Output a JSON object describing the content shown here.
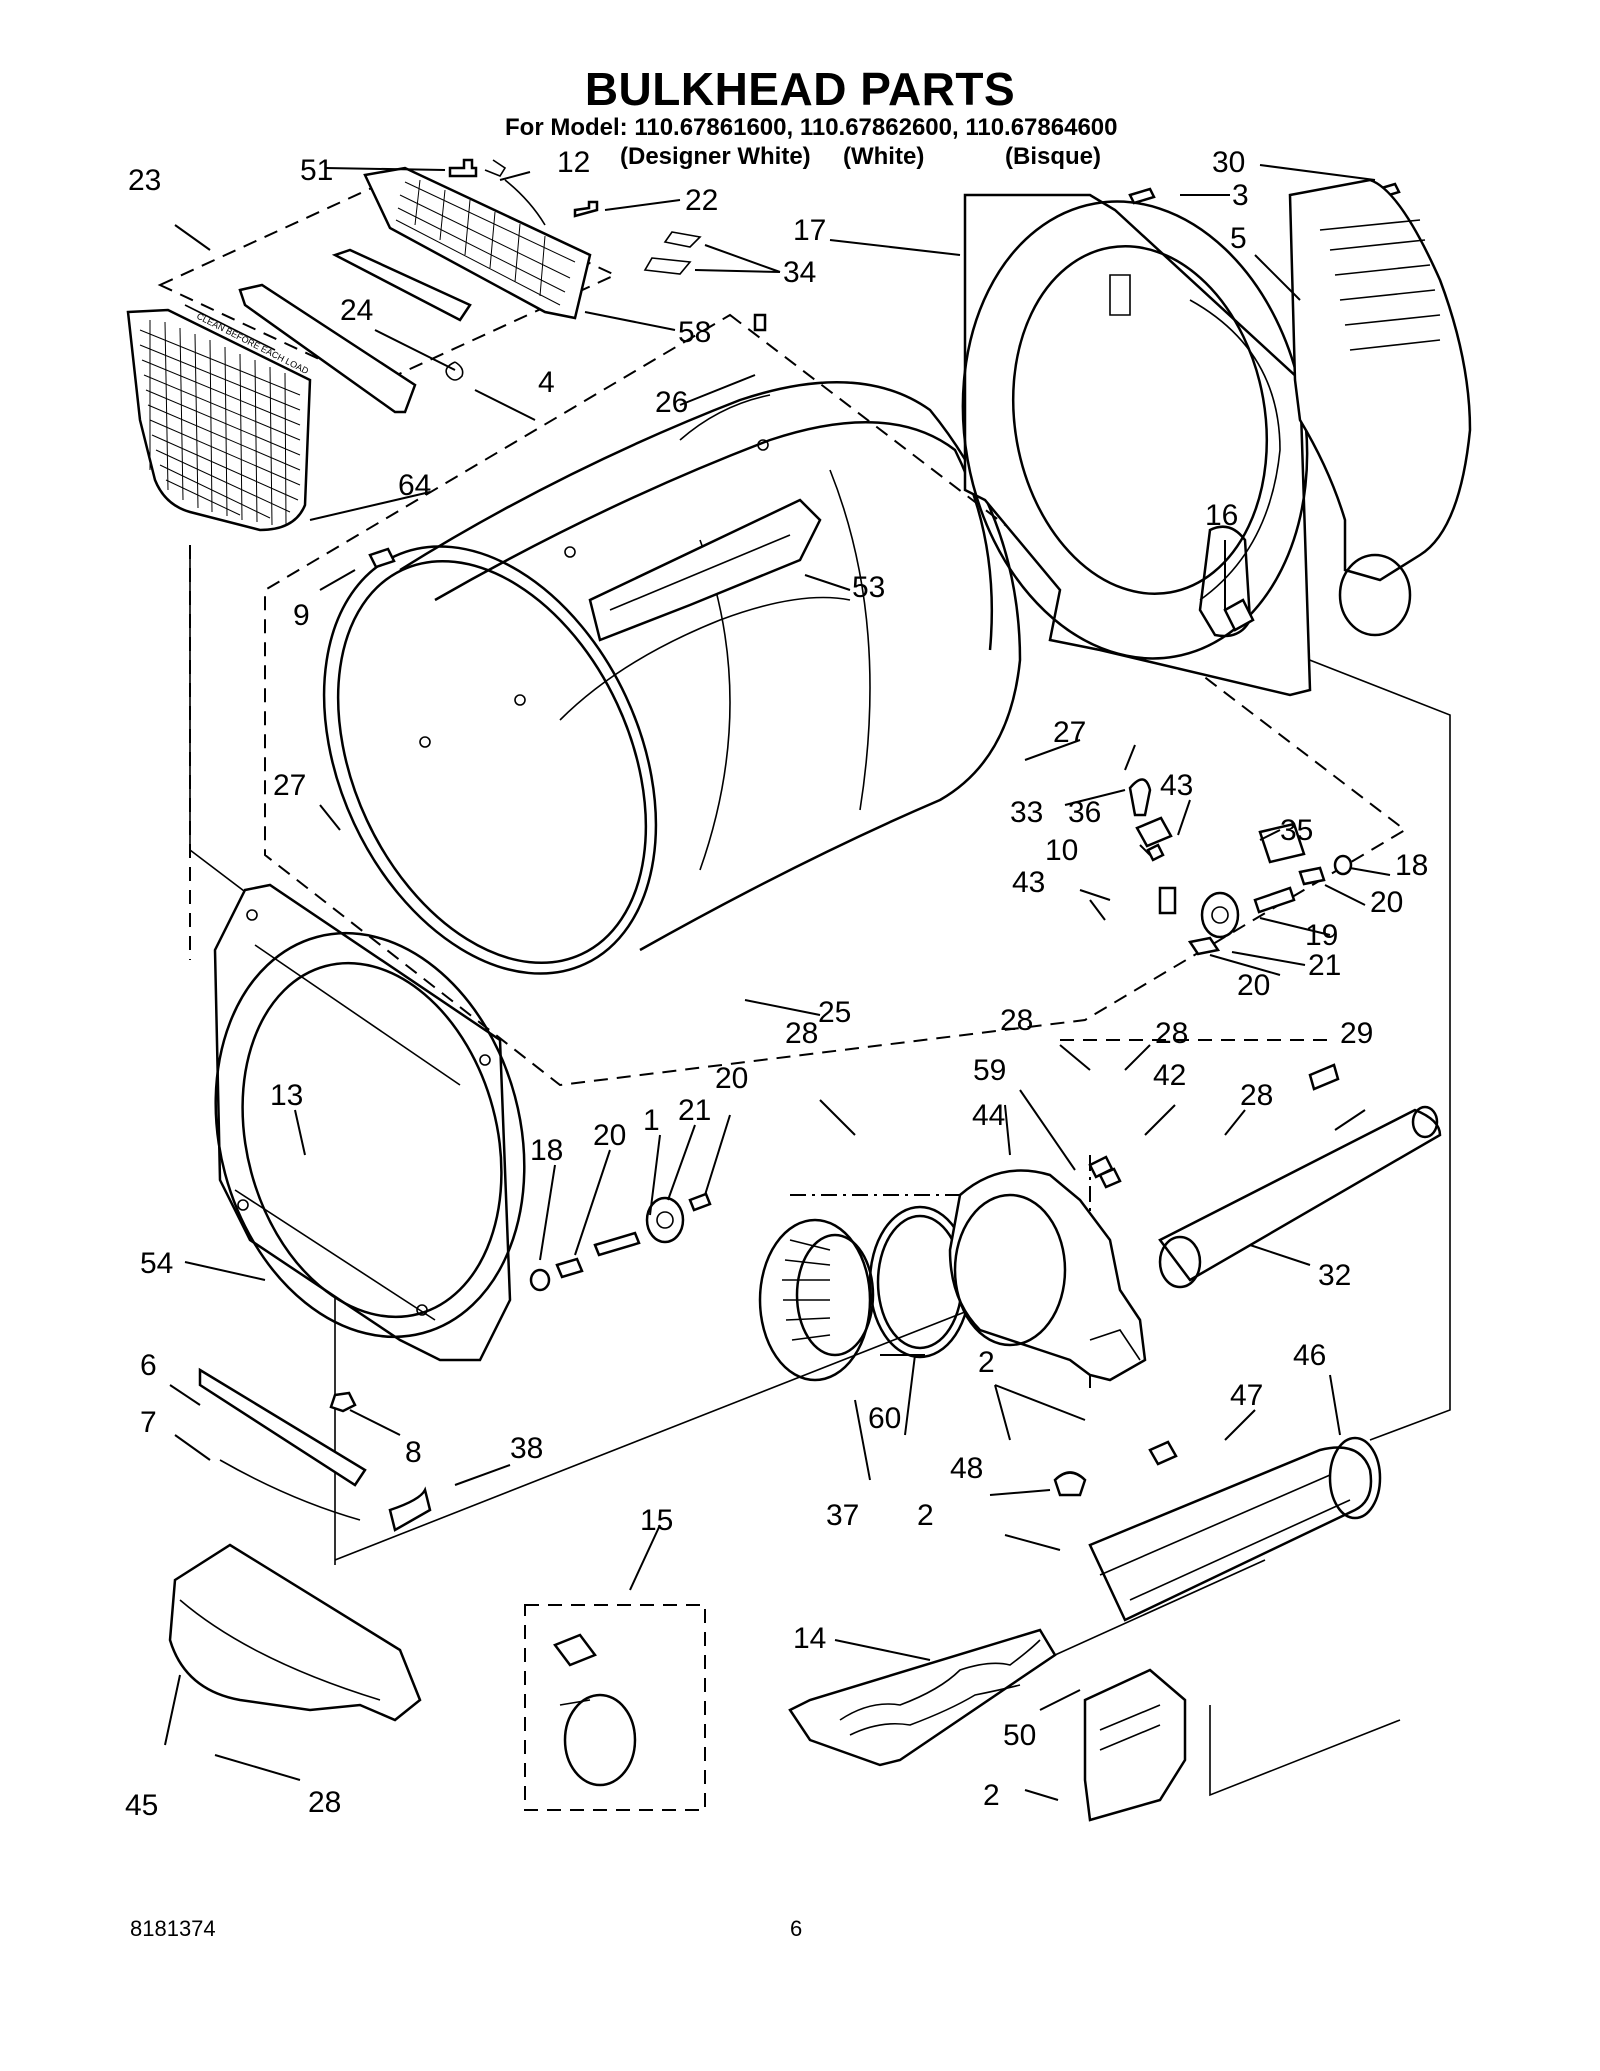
{
  "title": "BULKHEAD PARTS",
  "model_line": "For Model: 110.67861600, 110.67862600, 110.67864600",
  "variants": [
    "(Designer White)",
    "(White)",
    "(Bisque)"
  ],
  "footer": {
    "code": "8181374",
    "page": "6"
  },
  "callouts": [
    "23",
    "51",
    "12",
    "22",
    "34",
    "58",
    "24",
    "4",
    "64",
    "26",
    "9",
    "53",
    "27",
    "27",
    "25",
    "17",
    "3",
    "30",
    "5",
    "16",
    "33",
    "43",
    "36",
    "35",
    "18",
    "10",
    "43",
    "20",
    "19",
    "21",
    "20",
    "28",
    "28",
    "59",
    "42",
    "29",
    "44",
    "28",
    "32",
    "13",
    "18",
    "20",
    "1",
    "21",
    "20",
    "54",
    "28",
    "60",
    "37",
    "2",
    "46",
    "47",
    "48",
    "2",
    "6",
    "7",
    "8",
    "38",
    "15",
    "14",
    "50",
    "2",
    "45",
    "28"
  ],
  "filter_screen_text": "CLEAN BEFORE EACH LOAD"
}
